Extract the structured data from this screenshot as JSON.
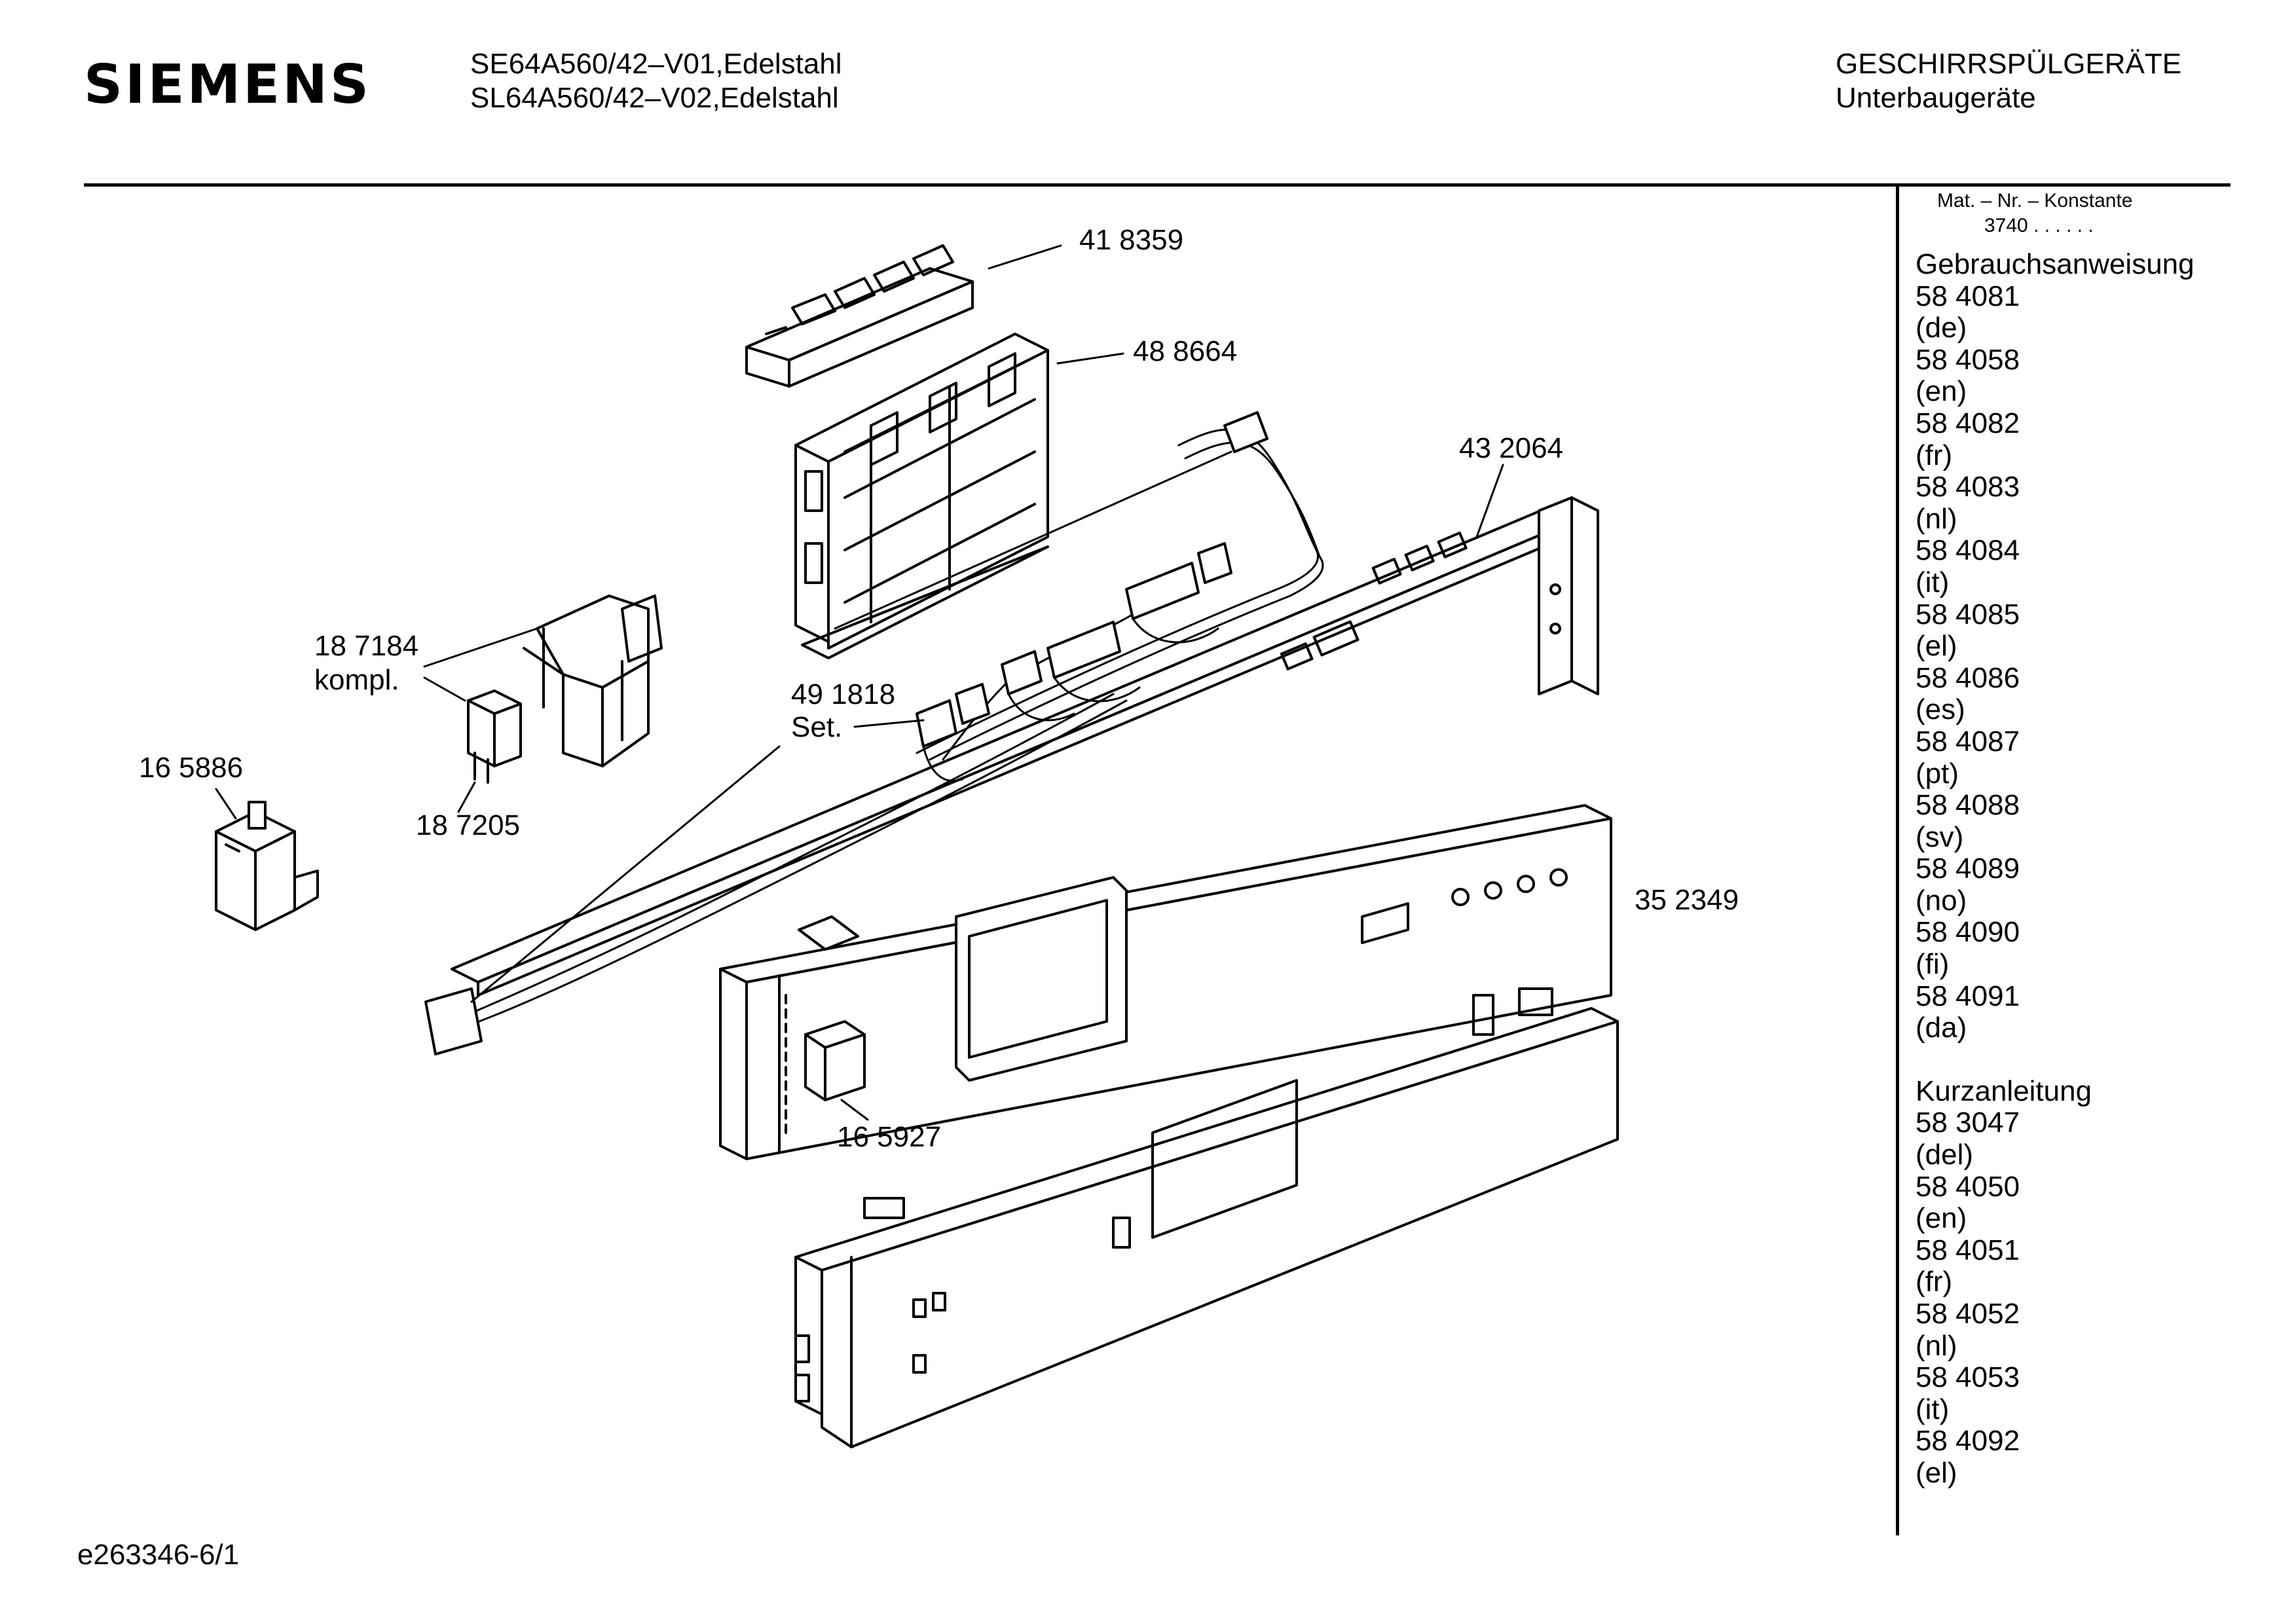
{
  "header": {
    "brand": "SIEMENS",
    "model_1": "SE64A560/42–V01,Edelstahl",
    "model_2": "SL64A560/42–V02,Edelstahl",
    "category": "GESCHIRRSPÜLGERÄTE",
    "subcategory": "Unterbaugeräte"
  },
  "sidebar": {
    "mat_label": "Mat. – Nr. – Konstante",
    "mat_value": "3740 . . . . . .",
    "section_1_title": "Gebrauchsanweisung",
    "section_1_items": [
      "58 4081",
      "(de)",
      "58 4058",
      "(en)",
      "58 4082",
      "(fr)",
      "58 4083",
      "(nl)",
      "58 4084",
      "(it)",
      "58 4085",
      "(el)",
      "58 4086",
      "(es)",
      "58 4087",
      "(pt)",
      "58 4088",
      "(sv)",
      "58 4089",
      "(no)",
      "58 4090",
      "(fi)",
      "58 4091",
      "(da)"
    ],
    "section_2_title": "Kurzanleitung",
    "section_2_items": [
      "58 3047",
      "(del)",
      "58 4050",
      "(en)",
      "58 4051",
      "(fr)",
      "58 4052",
      "(nl)",
      "58 4053",
      "(it)",
      "58 4092",
      "(el)"
    ]
  },
  "parts": {
    "p418359": "41 8359",
    "p488664": "48 8664",
    "p432064": "43 2064",
    "p187184": "18 7184",
    "p187184_note": "kompl.",
    "p491818": "49 1818",
    "p491818_note": "Set.",
    "p165886": "16 5886",
    "p187205": "18 7205",
    "p352349": "35 2349",
    "p165927": "16 5927"
  },
  "footer": {
    "drawing_id": "e263346-6/1"
  }
}
